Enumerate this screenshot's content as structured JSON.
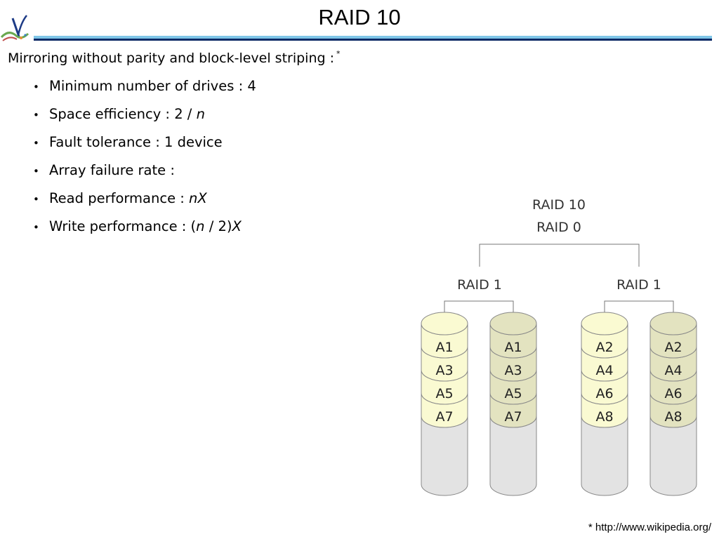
{
  "slide": {
    "title": "RAID 10",
    "heading": "Mirroring without parity and block-level striping :",
    "heading_note_marker": "*",
    "bullets": [
      {
        "text": "Minimum number of drives : 4",
        "italic": ""
      },
      {
        "text": "Space efficiency : 2 / ",
        "italic": "n"
      },
      {
        "text": "Fault tolerance : 1 device",
        "italic": ""
      },
      {
        "text": "Array failure rate : ",
        "italic": ""
      },
      {
        "text": "Read performance : ",
        "italic": "nX"
      }
    ],
    "write_perf": {
      "prefix": "Write performance : (",
      "n": "n",
      "middle": " / 2)",
      "x": "X"
    },
    "footnote": "* http://www.wikipedia.org/"
  },
  "diagram": {
    "top_label": "RAID 10",
    "stripe_label": "RAID 0",
    "mirror_labels": [
      "RAID 1",
      "RAID 1"
    ],
    "disks": [
      {
        "blocks": [
          "A1",
          "A3",
          "A5",
          "A7"
        ],
        "color": "#fafad2"
      },
      {
        "blocks": [
          "A1",
          "A3",
          "A5",
          "A7"
        ],
        "color": "#e3e3c0"
      },
      {
        "blocks": [
          "A2",
          "A4",
          "A6",
          "A8"
        ],
        "color": "#fafad2"
      },
      {
        "blocks": [
          "A2",
          "A4",
          "A6",
          "A8"
        ],
        "color": "#e3e3c0"
      }
    ],
    "empty_color": "#e3e3e3",
    "stroke_color": "#888888"
  }
}
